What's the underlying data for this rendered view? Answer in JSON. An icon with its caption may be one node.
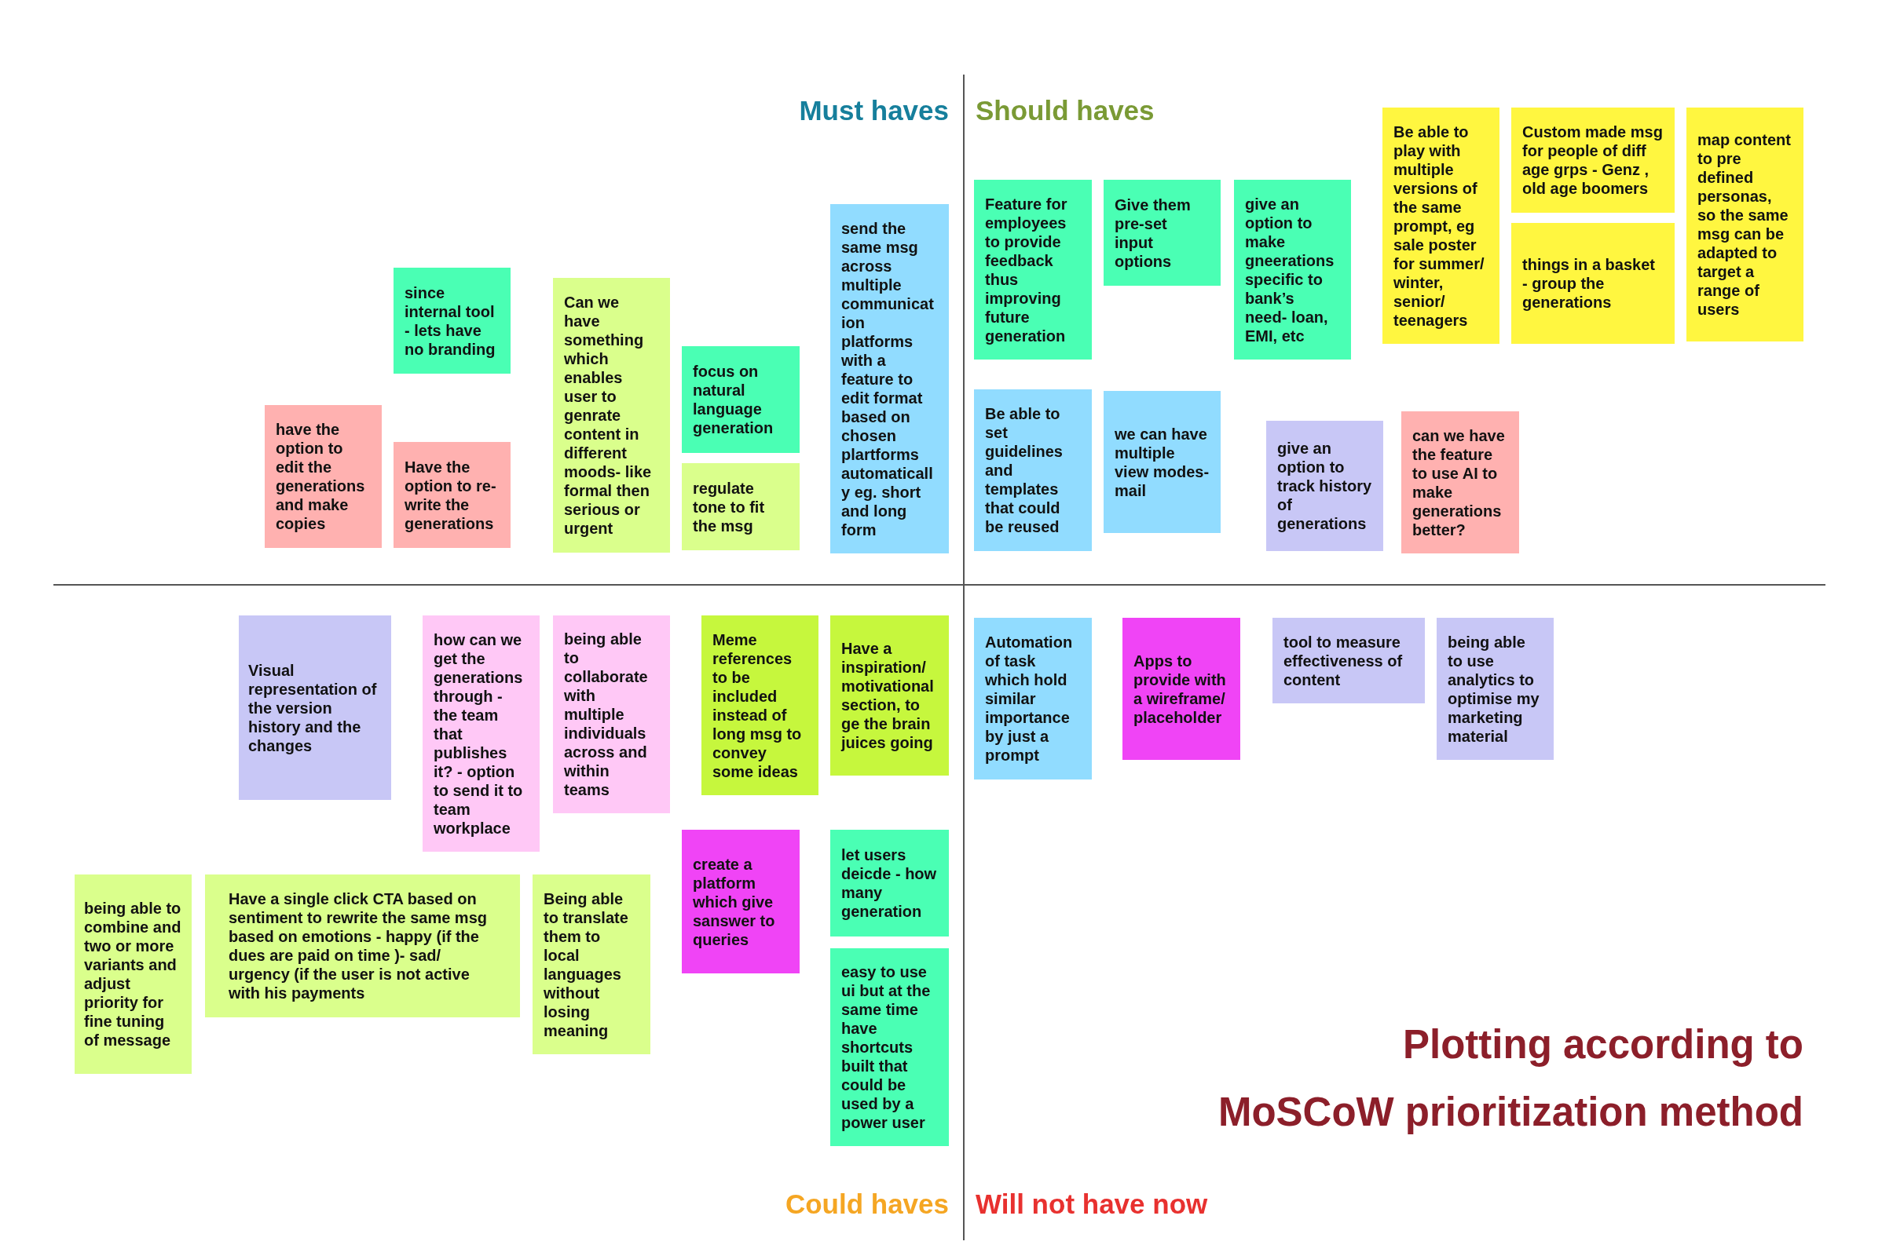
{
  "diagram": {
    "title": "Plotting according to MoSCoW prioritization method",
    "nodes": [
      {
        "text": [
          "since internal tool - lets have no branding"
        ]
      },
      {
        "text": [
          "have the option to edit the generations and make copies"
        ]
      },
      {
        "text": [
          "Have the option to re-write the generations"
        ]
      },
      {
        "text": [
          "Can we have something which enables user to genrate content in different moods- like formal then serious or urgent"
        ]
      },
      {
        "text": [
          "focus on natural language generation"
        ]
      },
      {
        "text": [
          "regulate tone to fit the msg"
        ]
      },
      {
        "text": [
          "send the same msg across multiple communication platforms with a feature to edit format based on chosen plartforms automatically eg. short and long form"
        ]
      },
      {
        "text": [
          "Feature for employees to provide feedback thus improving future generation"
        ]
      },
      {
        "text": [
          "Give them pre-set input options"
        ]
      },
      {
        "text": [
          "give an option to make gneerations specific to bank’s need- loan, EMI, etc"
        ]
      },
      {
        "text": [
          "Be able to play with multiple versions of the same prompt, eg sale poster for summer/ winter, senior/ teenagers"
        ]
      },
      {
        "text": [
          "Custom made msg for people of diff age grps - Genz , old age boomers"
        ]
      },
      {
        "text": [
          "things in a basket - group the generations"
        ]
      },
      {
        "text": [
          "map content to pre defined personas, so the same msg can be adapted to target a range of users"
        ]
      },
      {
        "text": [
          "Be able to set guidelines and templates that could be reused"
        ]
      },
      {
        "text": [
          "we can have multiple view modes- mail"
        ]
      },
      {
        "text": [
          "give an option to track history of generations"
        ]
      },
      {
        "text": [
          "can we have the feature to use AI to make generations better?"
        ]
      },
      {
        "text": [
          "Visual representation of the version history and the changes"
        ]
      },
      {
        "text": [
          "how can we get the generations through - the team that publishes it? - option to send it to team workplace"
        ]
      },
      {
        "text": [
          "being able to collaborate with multiple individuals across and within teams"
        ]
      },
      {
        "text": [
          "Meme references to be included instead of long msg to convey some ideas"
        ]
      },
      {
        "text": [
          "Have a inspiration/ motivational section, to ge the brain juices going"
        ]
      },
      {
        "text": [
          "being able to combine and two or more variants and adjust priority for fine tuning of message"
        ]
      },
      {
        "text": [
          "Have a single click CTA based on sentiment to rewrite the same msg based on emotions - happy (if the dues are paid on time )- sad/ urgency (if the user is not active with his payments"
        ]
      },
      {
        "text": [
          "Being able to translate them to local languages without losing meaning"
        ]
      },
      {
        "text": [
          "create a platform which give sanswer to queries"
        ]
      },
      {
        "text": [
          "let users deicde - how many generation"
        ]
      },
      {
        "text": [
          "easy to use ui but at the same time have shortcuts built that could be used by a power user"
        ]
      },
      {
        "text": [
          "Automation of task which hold similar importance by just a prompt"
        ]
      },
      {
        "text": [
          "Apps to provide with a wireframe/ placeholder"
        ]
      },
      {
        "text": [
          "tool to measure effectiveness of content"
        ]
      },
      {
        "text": [
          "being able to use analytics to optimise my marketing material"
        ]
      }
    ],
    "labels": [
      "Must haves",
      "Should haves",
      "Could haves",
      "Will not have now"
    ]
  }
}
